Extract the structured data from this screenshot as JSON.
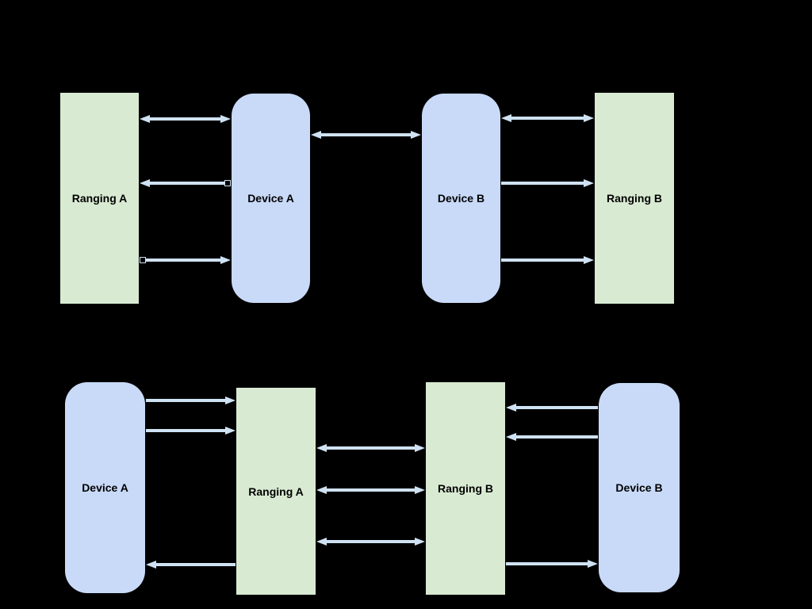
{
  "colors": {
    "background": "#000000",
    "ranging_box": "#d9ead3",
    "device_box": "#c9daf8",
    "arrow": "#cfe2f3",
    "label_text": "#000000"
  },
  "top_diagram": {
    "boxes": [
      {
        "label": "Ranging A",
        "type": "ranging"
      },
      {
        "label": "Device A",
        "type": "device"
      },
      {
        "label": "Device B",
        "type": "device"
      },
      {
        "label": "Ranging B",
        "type": "ranging"
      }
    ],
    "connections": [
      {
        "from": "Ranging A",
        "to": "Device A",
        "direction": "bidirectional"
      },
      {
        "from": "Device A",
        "to": "Ranging A",
        "direction": "unidirectional"
      },
      {
        "from": "Ranging A",
        "to": "Device A",
        "direction": "unidirectional"
      },
      {
        "from": "Device A",
        "to": "Device B",
        "direction": "bidirectional"
      },
      {
        "from": "Device B",
        "to": "Ranging B",
        "direction": "bidirectional"
      },
      {
        "from": "Device B",
        "to": "Ranging B",
        "direction": "unidirectional"
      },
      {
        "from": "Device B",
        "to": "Ranging B",
        "direction": "unidirectional"
      }
    ]
  },
  "bottom_diagram": {
    "boxes": [
      {
        "label": "Device A",
        "type": "device"
      },
      {
        "label": "Ranging A",
        "type": "ranging"
      },
      {
        "label": "Ranging B",
        "type": "ranging"
      },
      {
        "label": "Device B",
        "type": "device"
      }
    ],
    "connections": [
      {
        "from": "Device A",
        "to": "Ranging A",
        "direction": "unidirectional"
      },
      {
        "from": "Device A",
        "to": "Ranging A",
        "direction": "unidirectional"
      },
      {
        "from": "Ranging A",
        "to": "Device A",
        "direction": "unidirectional"
      },
      {
        "from": "Ranging A",
        "to": "Ranging B",
        "direction": "bidirectional"
      },
      {
        "from": "Ranging A",
        "to": "Ranging B",
        "direction": "bidirectional"
      },
      {
        "from": "Ranging A",
        "to": "Ranging B",
        "direction": "bidirectional"
      },
      {
        "from": "Device B",
        "to": "Ranging B",
        "direction": "unidirectional"
      },
      {
        "from": "Device B",
        "to": "Ranging B",
        "direction": "unidirectional"
      },
      {
        "from": "Ranging B",
        "to": "Device B",
        "direction": "unidirectional"
      }
    ]
  }
}
